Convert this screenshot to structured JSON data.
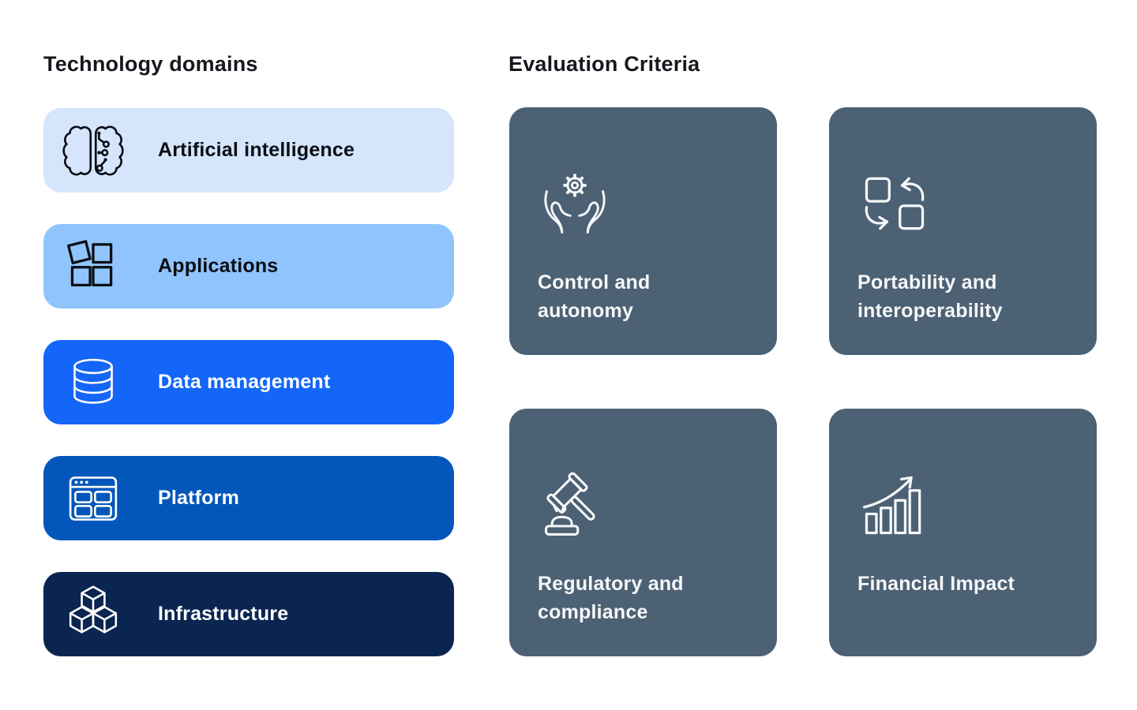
{
  "page": {
    "background": "#ffffff",
    "title_color": "#15181d"
  },
  "left_panel": {
    "title": "Technology domains",
    "items": [
      {
        "label": "Artificial intelligence",
        "icon": "brain-circuit-icon",
        "bg": "#d4e5fc",
        "fg": "#0b0e14"
      },
      {
        "label": "Applications",
        "icon": "app-squares-icon",
        "bg": "#90c4fd",
        "fg": "#0b0e14"
      },
      {
        "label": "Data management",
        "icon": "database-icon",
        "bg": "#1366f7",
        "fg": "#ffffff"
      },
      {
        "label": "Platform",
        "icon": "browser-window-icon",
        "bg": "#0357ba",
        "fg": "#ffffff"
      },
      {
        "label": "Infrastructure",
        "icon": "cubes-icon",
        "bg": "#0a2550",
        "fg": "#ffffff"
      }
    ]
  },
  "right_panel": {
    "title": "Evaluation Criteria",
    "card_bg": "#4c6173",
    "card_fg": "#f5f7f9",
    "cards": [
      {
        "label": "Control and autonomy",
        "icon": "hands-gear-icon"
      },
      {
        "label": "Portability and interoperability",
        "icon": "swap-squares-icon"
      },
      {
        "label": "Regulatory and compliance",
        "icon": "gavel-icon"
      },
      {
        "label": "Financial Impact",
        "icon": "growth-chart-icon"
      }
    ]
  }
}
